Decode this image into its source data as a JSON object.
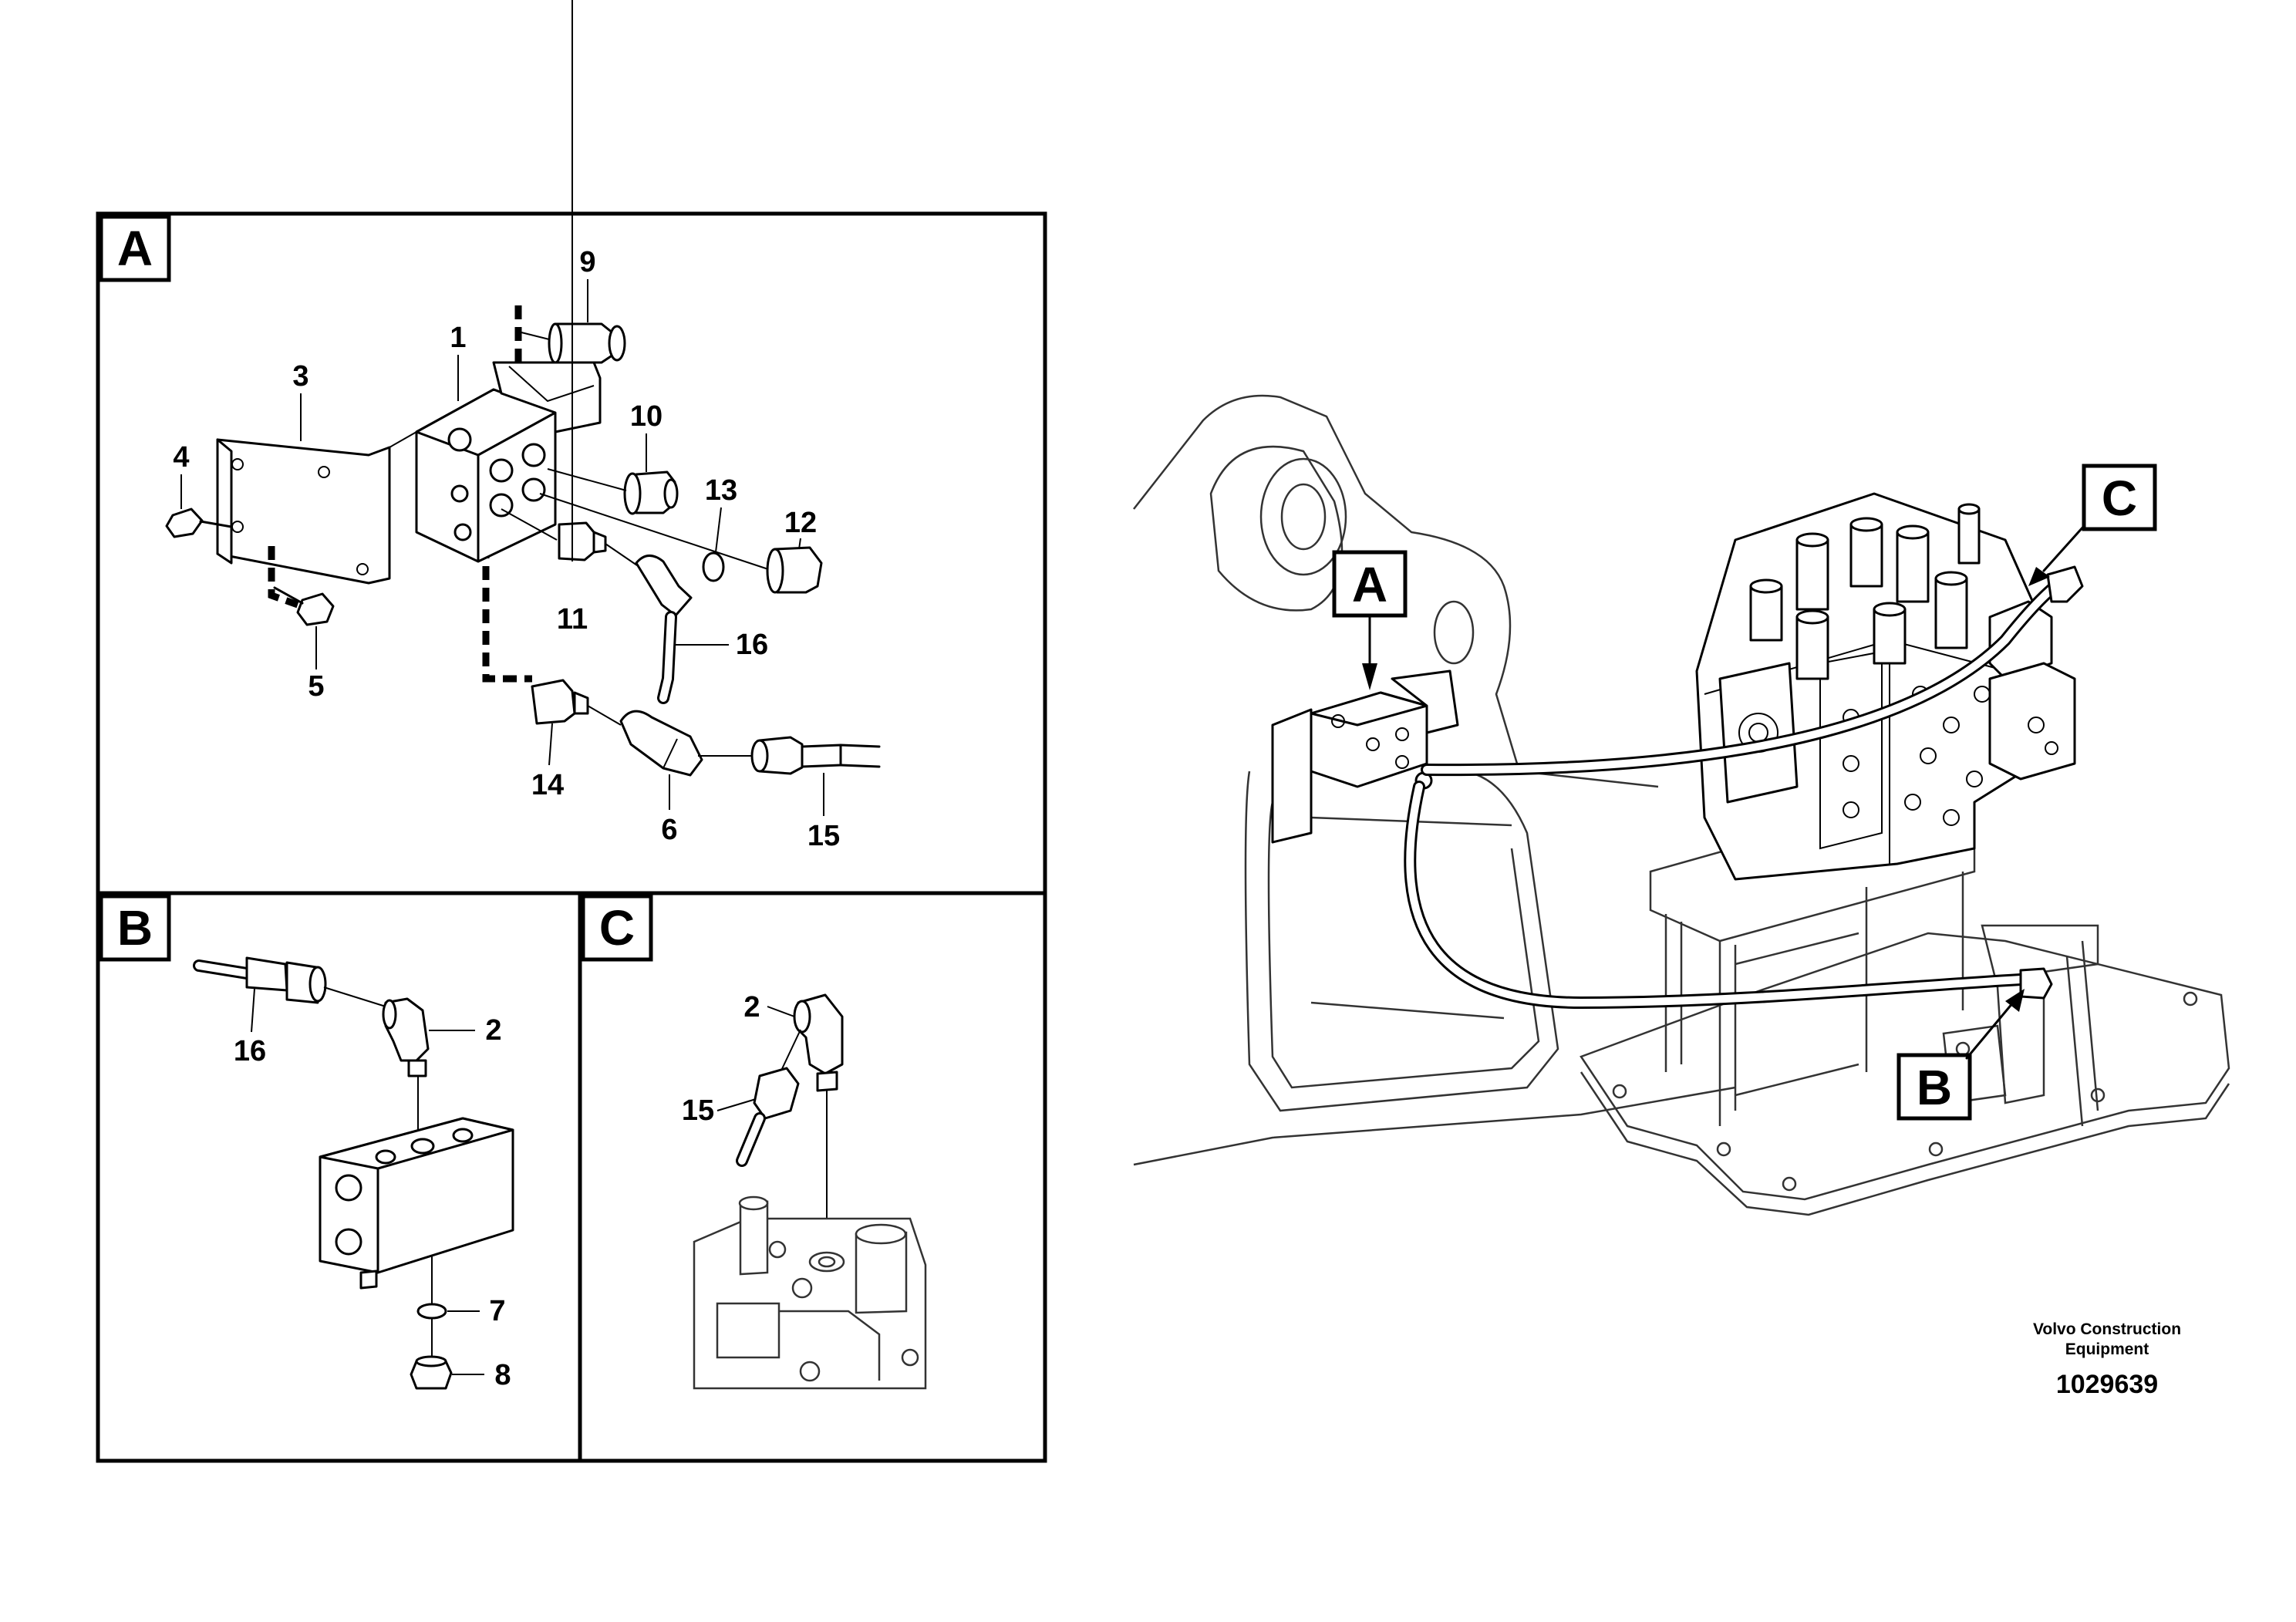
{
  "panels": {
    "a": {
      "label": "A"
    },
    "b": {
      "label": "B"
    },
    "c": {
      "label": "C"
    }
  },
  "callouts": {
    "p1": "1",
    "p2": "2",
    "p3": "3",
    "p4": "4",
    "p5": "5",
    "p6": "6",
    "p7": "7",
    "p8": "8",
    "p9": "9",
    "p10": "10",
    "p11": "11",
    "p12": "12",
    "p13": "13",
    "p14": "14",
    "p15": "15",
    "p16": "16"
  },
  "overview_tags": {
    "a": "A",
    "b": "B",
    "c": "C"
  },
  "footer": {
    "brand_line1": "Volvo Construction",
    "brand_line2": "Equipment",
    "drawing_number": "1029639"
  }
}
